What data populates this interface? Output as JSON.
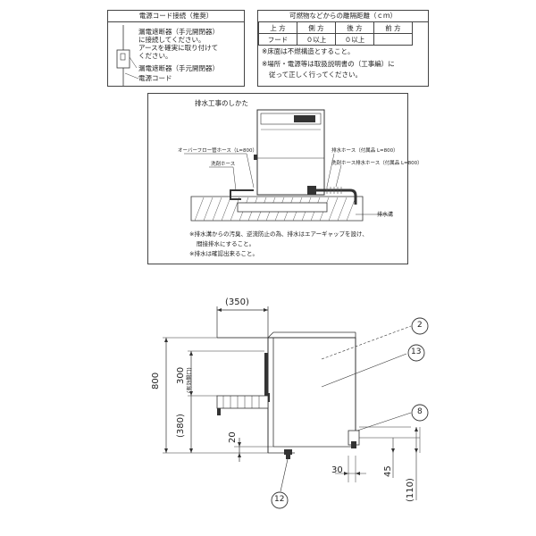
{
  "power_box": {
    "title": "電源コード接続（推奨）",
    "line1": "漏電遮断器（手元開閉器）",
    "line2": "に接続してください。",
    "line3": "アースを確実に取り付けて",
    "line4": "ください。",
    "label_breaker": "漏電遮断器（手元開閉器）",
    "label_cord": "電源コード"
  },
  "clearance_box": {
    "title": "可燃物などからの離隔距離（ｃｍ）",
    "headers": [
      "上 方",
      "側 方",
      "後 方",
      "前 方"
    ],
    "row_label": "フード",
    "row_values": [
      "０以上",
      "０以上",
      ""
    ],
    "note1": "※床面は不燃構造とすること。",
    "note2": "※場所・電源等は取扱説明書の（工事編）に",
    "note3": "従って正しく行ってください。"
  },
  "drain_box": {
    "title": "排水工事のしかた",
    "label_overflow_hose": "オーバーフロー管ホース（L=800）",
    "label_wash_hose": "洗剤ホース",
    "label_rinse_hose": "洗剤ホース",
    "label_drain_hose": "排水ホース（付属品 L=800）",
    "label_drain_hose_pair": "排水ホース（付属品 L=800）",
    "label_drain_gutter": "排水溝",
    "note1": "※排水溝からの汚臭、逆流防止の為、排水はエアーギャップを設け、",
    "note2": "間接排水にすること。",
    "note3": "※排水は確認出来ること。"
  },
  "dimensions": {
    "depth": "(350)",
    "height": "800",
    "opening": "300",
    "opening_note": "(有効開口)",
    "lower": "(380)",
    "foot": "20",
    "offset30": "30",
    "offset45": "45",
    "offset110": "(110)"
  },
  "callouts": {
    "c2": "2",
    "c13": "13",
    "c8": "8",
    "c12": "12"
  }
}
